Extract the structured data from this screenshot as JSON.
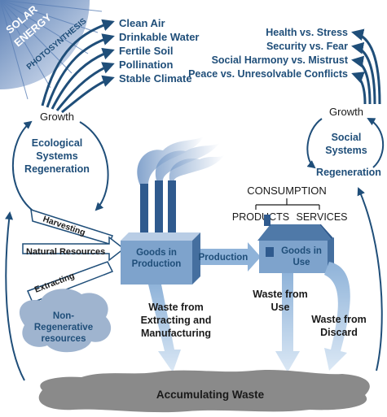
{
  "sun": {
    "line1": "SOLAR",
    "line2": "ENERGY",
    "line3": "PHOTOSYNTHESIS"
  },
  "eco_services": [
    "Clean Air",
    "Drinkable Water",
    "Fertile Soil",
    "Pollination",
    "Stable Climate"
  ],
  "social_outcomes": [
    "Health vs. Stress",
    "Security vs. Fear",
    "Social Harmony vs. Mistrust",
    "Peace vs. Unresolvable Conflicts"
  ],
  "eco_cycle": {
    "growth": "Growth",
    "label1": "Ecological",
    "label2": "Systems",
    "label3": "Regeneration"
  },
  "social_cycle": {
    "growth": "Growth",
    "label1": "Social",
    "label2": "Systems",
    "regeneration": "Regeneration"
  },
  "harvest": {
    "harvesting": "Harvesting",
    "natural_resources": "Natural Resources",
    "extracting": "Extracting"
  },
  "non_regenerative": [
    "Non-",
    "Regenerative",
    "resources"
  ],
  "factory": {
    "line1": "Goods in",
    "line2": "Production"
  },
  "production_arrow": "Production",
  "consumption": {
    "title": "CONSUMPTION",
    "products": "PRODUCTS",
    "services": "SERVICES"
  },
  "house": {
    "line1": "Goods in",
    "line2": "Use"
  },
  "waste_extract": [
    "Waste from",
    "Extracting and",
    "Manufacturing"
  ],
  "waste_use": [
    "Waste from",
    "Use"
  ],
  "waste_discard": [
    "Waste from",
    "Discard"
  ],
  "accumulating": "Accumulating Waste"
}
